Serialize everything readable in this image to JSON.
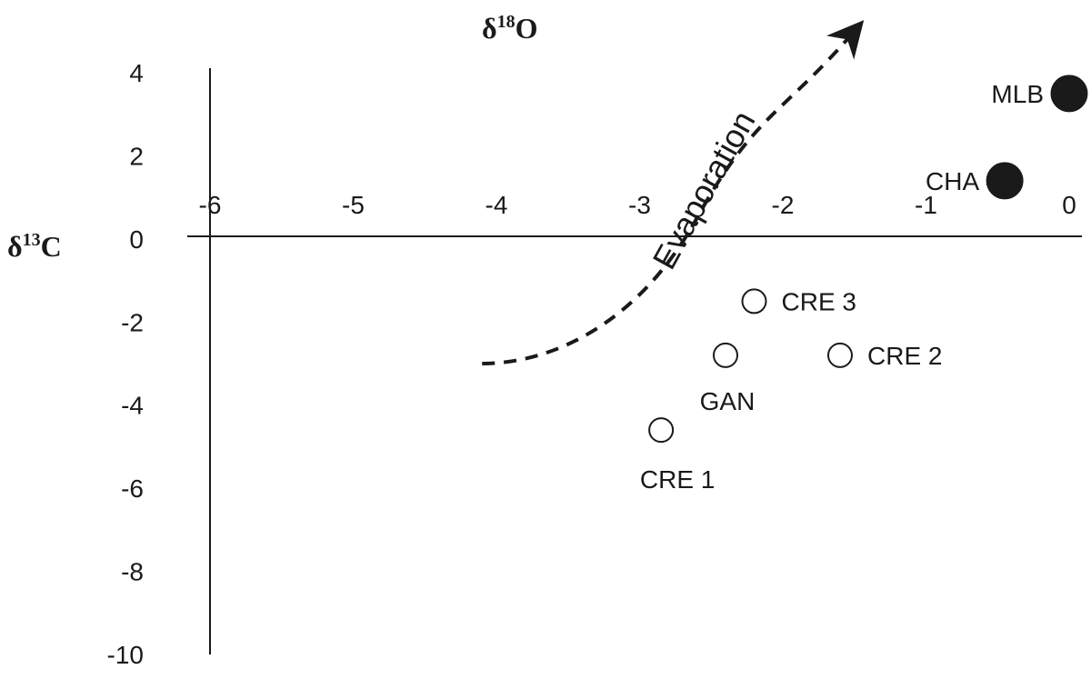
{
  "chart_data": {
    "type": "scatter",
    "x_axis_title": {
      "base": "δ",
      "sup": "18",
      "suffix": "O"
    },
    "y_axis_title": {
      "base": "δ",
      "sup": "13",
      "suffix": "C"
    },
    "xlim": [
      -6,
      0
    ],
    "ylim": [
      -10,
      4
    ],
    "x_ticks": [
      "-6",
      "-5",
      "-4",
      "-3",
      "-2",
      "-1",
      "0"
    ],
    "x_tick_values": [
      -6,
      -5,
      -4,
      -3,
      -2,
      -1,
      0
    ],
    "y_ticks": [
      "4",
      "2",
      "0",
      "-2",
      "-4",
      "-6",
      "-8",
      "-10"
    ],
    "y_tick_values": [
      4,
      2,
      0,
      -2,
      -4,
      -6,
      -8,
      -10
    ],
    "grid": false,
    "points": [
      {
        "label": "MLB",
        "x": 0.0,
        "y": 3.5,
        "filled": true
      },
      {
        "label": "CHA",
        "x": -0.45,
        "y": 1.4,
        "filled": true
      },
      {
        "label": "CRE 3",
        "x": -2.2,
        "y": -1.5,
        "filled": false
      },
      {
        "label": "CRE 2",
        "x": -1.6,
        "y": -2.8,
        "filled": false
      },
      {
        "label": "GAN",
        "x": -2.4,
        "y": -2.8,
        "filled": false
      },
      {
        "label": "CRE 1",
        "x": -2.85,
        "y": -4.6,
        "filled": false
      }
    ],
    "annotation": {
      "text": "Evaporation",
      "path": [
        [
          -4.1,
          -3.0
        ],
        [
          -3.6,
          -3.0
        ],
        [
          -3.0,
          -2.0
        ],
        [
          -2.6,
          0.5
        ],
        [
          -2.0,
          3.0
        ],
        [
          -1.5,
          5.0
        ]
      ]
    }
  }
}
